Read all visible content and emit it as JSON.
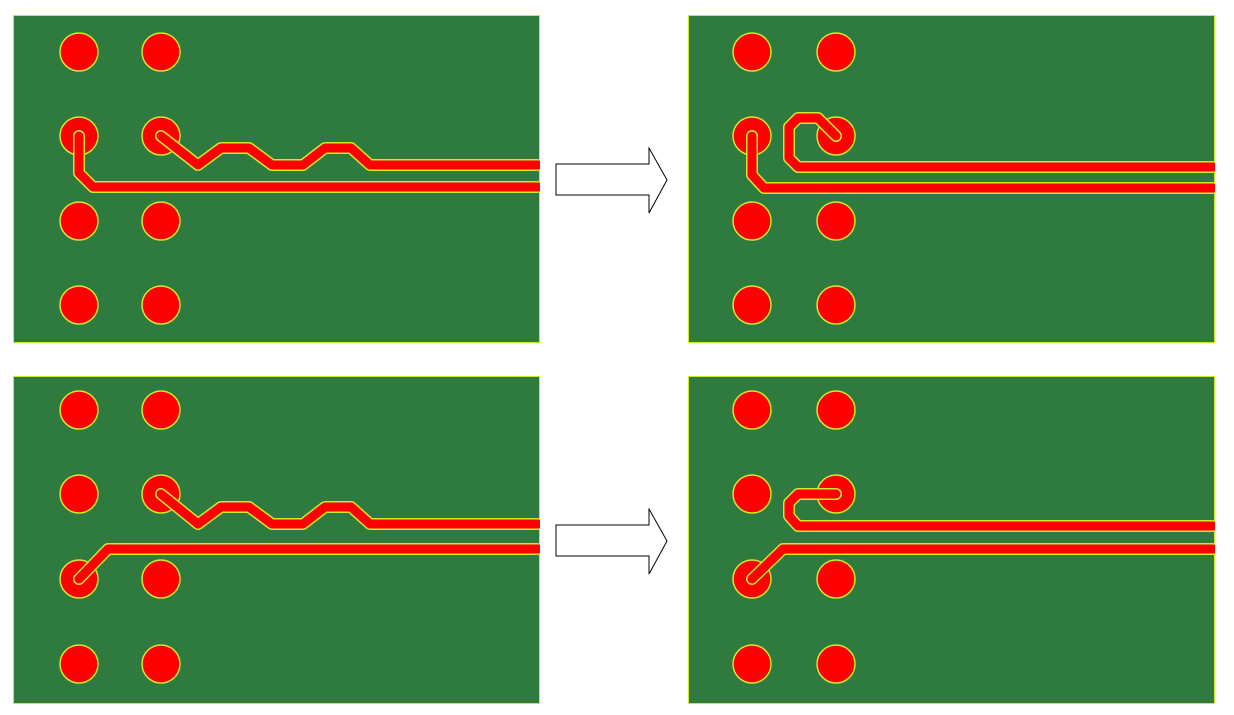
{
  "diagram": {
    "rows": [
      {
        "name": "row-top",
        "before": "routing-before-top",
        "after": "routing-after-top"
      },
      {
        "name": "row-bottom",
        "before": "routing-before-bottom",
        "after": "routing-after-bottom"
      }
    ]
  },
  "colors": {
    "board": "#2f7a3f",
    "outline": "#cfe82a",
    "copper": "#ff0000",
    "arrow_fill": "#ffffff",
    "arrow_stroke": "#000000"
  },
  "icons": {
    "transform": "right-arrow-icon"
  }
}
